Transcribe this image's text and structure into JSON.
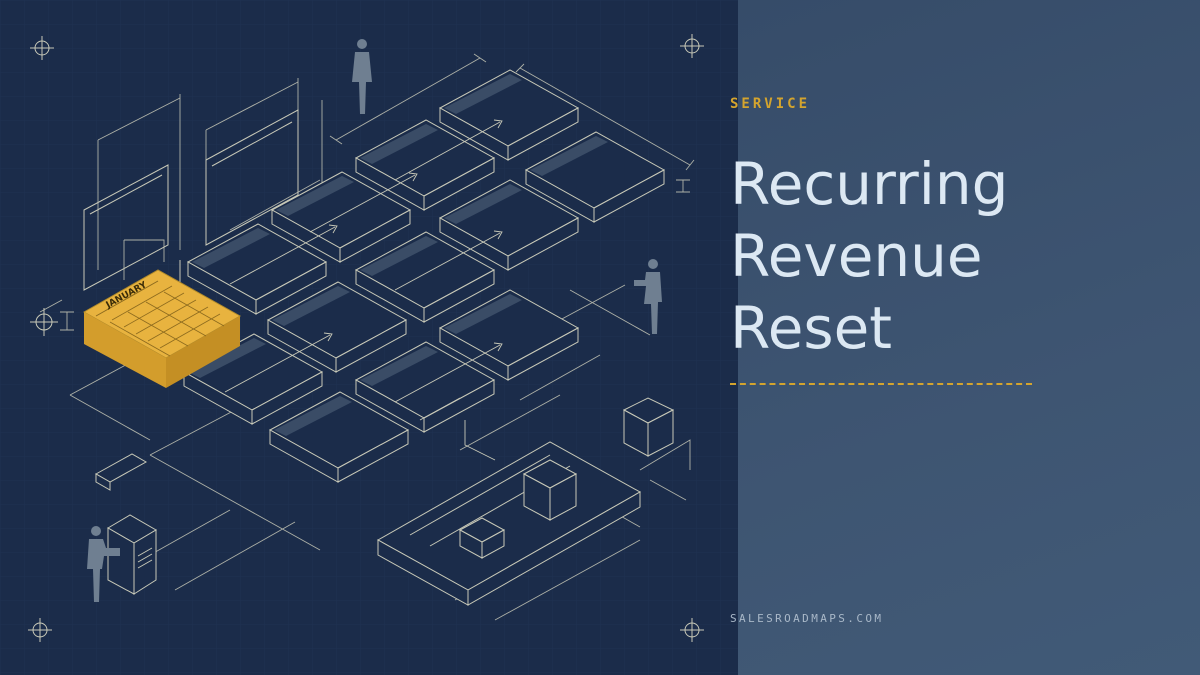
{
  "hero": {
    "category": "SERVICE",
    "title_lines": [
      "Recurring",
      "Revenue",
      "Reset"
    ],
    "site": "SALESROADMAPS.COM"
  },
  "illustration": {
    "calendar_label": "JANUARY",
    "figures": 3,
    "tiles": 13
  },
  "colors": {
    "background": "#1b2c4a",
    "panel": "#3a5070",
    "accent": "#d4a42e",
    "title": "#dce8f3",
    "line": "#c8c9b8"
  }
}
